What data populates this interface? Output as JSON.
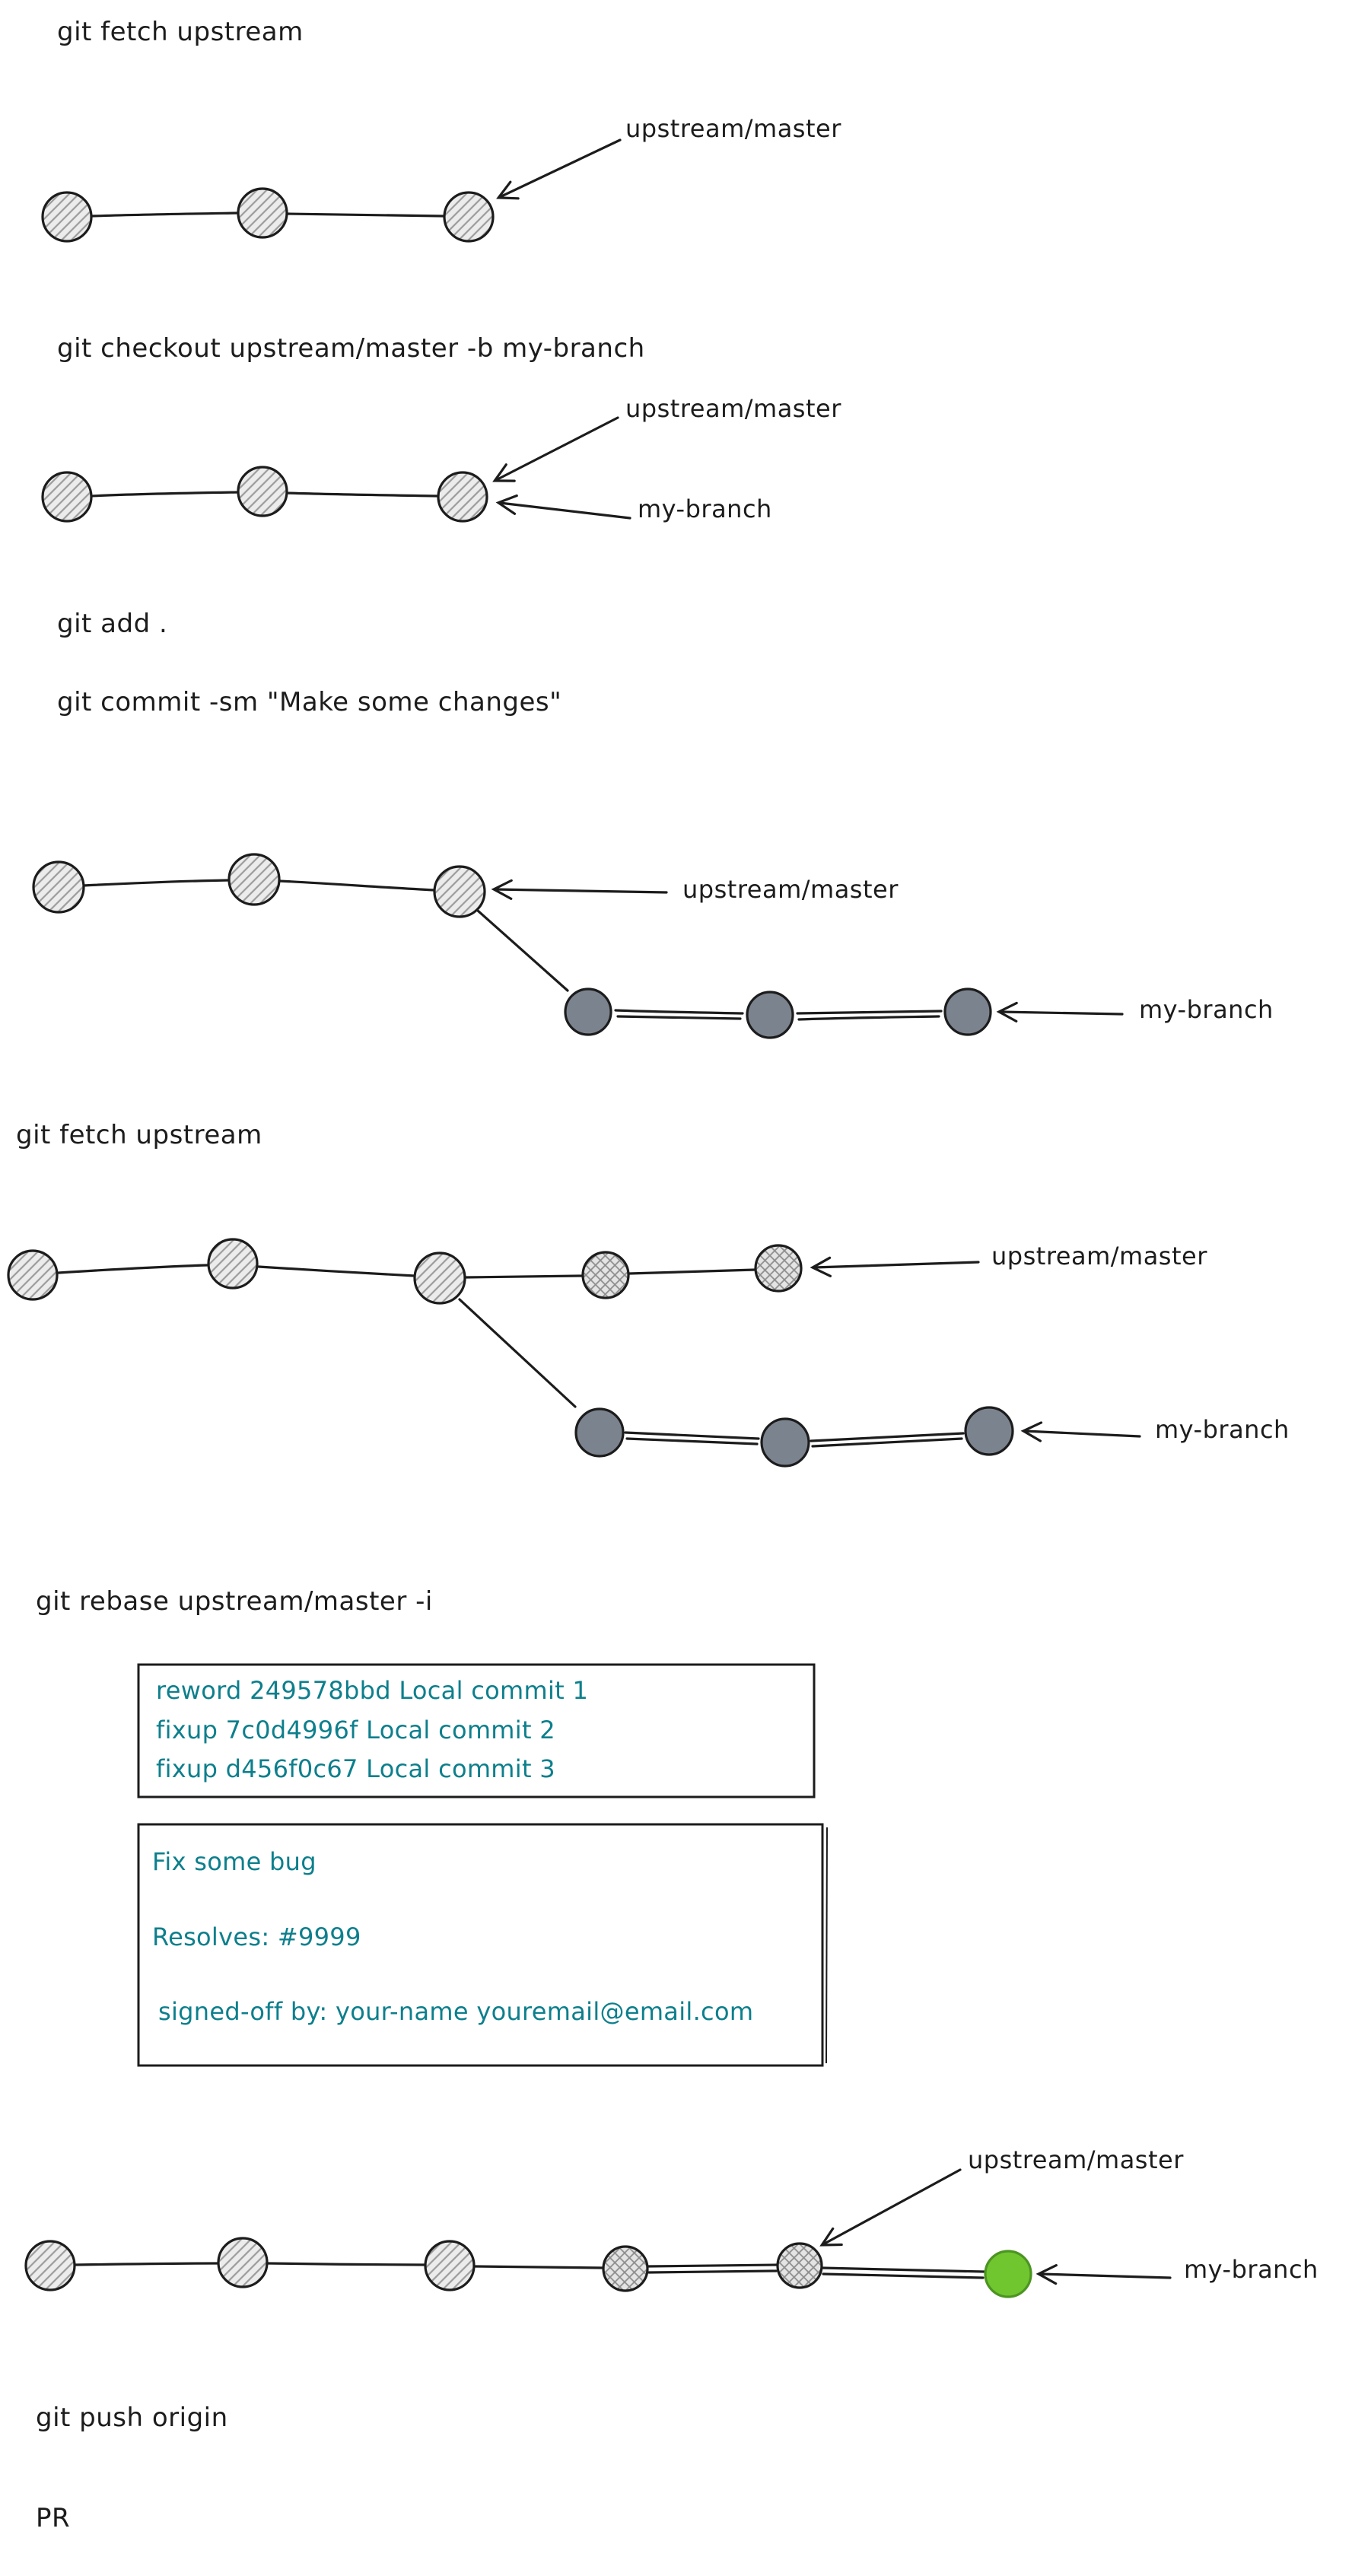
{
  "colors": {
    "ink": "#1c1c1c",
    "teal": "#0d7f8c",
    "dark_commit": "#7b848e",
    "green_commit": "#70c62e",
    "green_stroke": "#4c9422",
    "commit_fill": "#ececec"
  },
  "commands": {
    "fetch_upstream_1": "git fetch upstream",
    "checkout_branch": "git checkout upstream/master -b my-branch",
    "add": "git add .",
    "commit": "git commit -sm \"Make some changes\"",
    "fetch_upstream_2": "git fetch upstream",
    "rebase_interactive": "git rebase upstream/master -i",
    "push_origin": "git push origin",
    "pr": "PR"
  },
  "branch_labels": {
    "upstream_master": "upstream/master",
    "my_branch": "my-branch"
  },
  "rebase_todo": {
    "lines": [
      "reword 249578bbd Local commit 1",
      "fixup 7c0d4996f Local commit 2",
      "fixup d456f0c67 Local commit 3"
    ]
  },
  "commit_message": {
    "lines": [
      "Fix some bug",
      "Resolves: #9999",
      "signed-off by: your-name youremail@email.com"
    ]
  }
}
